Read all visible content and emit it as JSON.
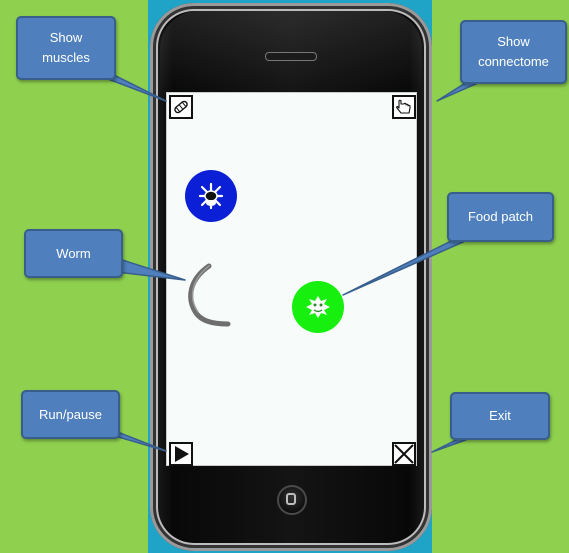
{
  "callouts": {
    "show_muscles": "Show\nmuscles",
    "show_connectome": "Show\nconnectome",
    "worm": "Worm",
    "food_patch": "Food patch",
    "run_pause": "Run/pause",
    "exit": "Exit"
  },
  "screen": {
    "buttons": {
      "muscles": "muscles-icon",
      "connectome": "hand-pointer-icon",
      "run_pause": "play-icon",
      "exit": "close-icon"
    },
    "objects": {
      "obstacle": "spiky-creature-icon",
      "food": "food-creature-icon"
    }
  },
  "colors": {
    "background": "#8fd14f",
    "callout_fill": "#4f80bd",
    "callout_border": "#385e8c",
    "obstacle": "#0b1fd6",
    "food": "#17f00f",
    "worm": "#777777",
    "screen": "#f7fbf9"
  }
}
